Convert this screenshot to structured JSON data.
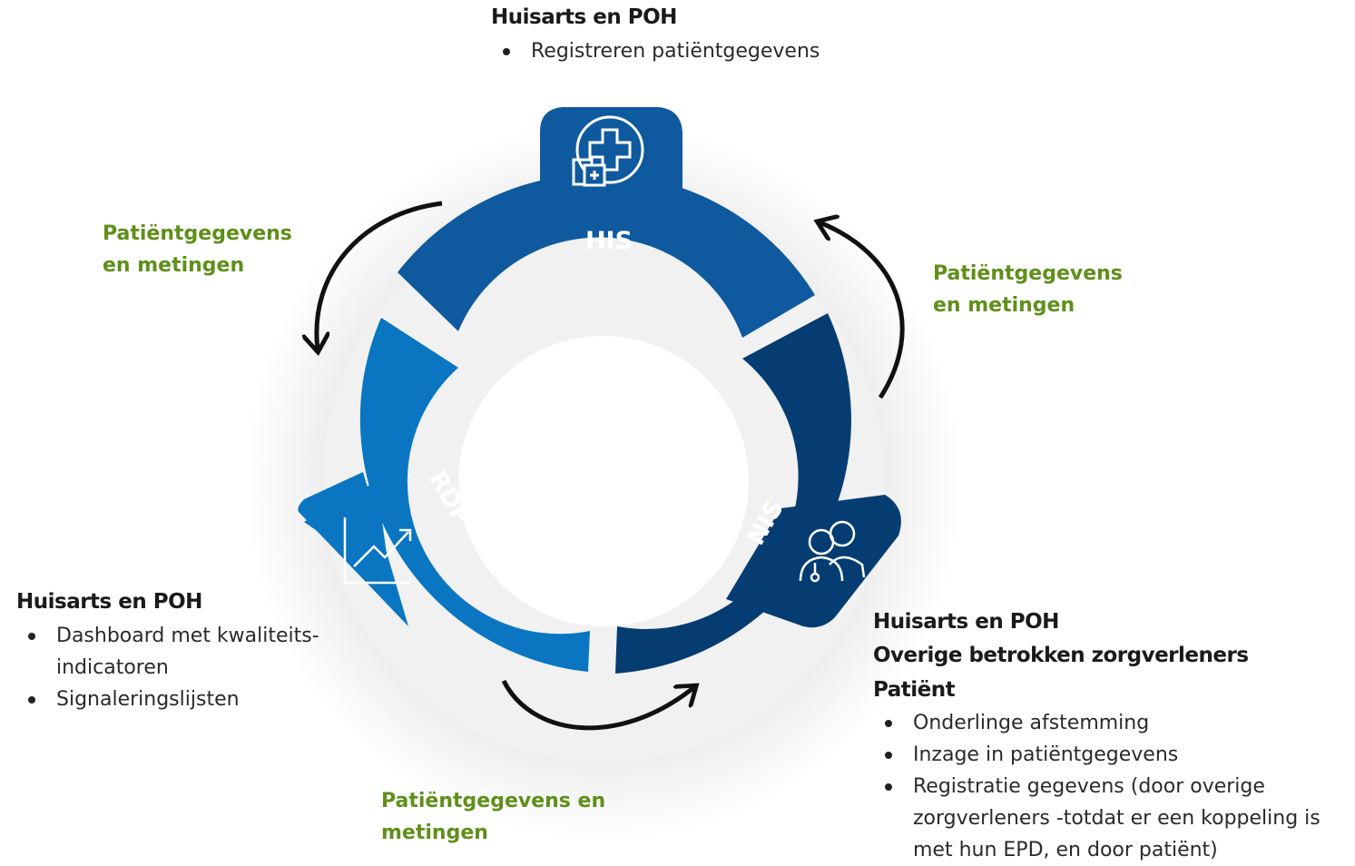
{
  "colors": {
    "his": "#0f5a9e",
    "rdp": "#0a76c2",
    "nis": "#053d73",
    "arrow": "#111111",
    "green_text": "#5f8f1a"
  },
  "segments": {
    "his": {
      "label": "HIS",
      "icon": "medical-cross-icon"
    },
    "rdp": {
      "label": "RDP",
      "icon": "trend-chart-icon"
    },
    "nis": {
      "label": "NIS",
      "icon": "care-providers-icon"
    }
  },
  "top_block": {
    "heading": "Huisarts en POH",
    "bullets": [
      "Registreren patiëntgegevens"
    ]
  },
  "left_block": {
    "heading": "Huisarts en POH",
    "bullets": [
      "Dashboard met kwaliteits-indicatoren",
      "Signaleringslijsten"
    ]
  },
  "right_block": {
    "headings": [
      "Huisarts en POH",
      "Overige betrokken zorgverleners",
      "Patiënt"
    ],
    "bullets": [
      "Onderlinge afstemming",
      "Inzage in patiëntgegevens",
      "Registratie gegevens (door overige zorgverleners -totdat er een koppeling is met hun EPD, en door patiënt)"
    ]
  },
  "flows": {
    "left": {
      "line1": "Patiëntgegevens",
      "line2": "en metingen"
    },
    "right": {
      "line1": "Patiëntgegevens",
      "line2": "en metingen"
    },
    "bottom": {
      "line1": "Patiëntgegevens en",
      "line2": "metingen"
    }
  }
}
